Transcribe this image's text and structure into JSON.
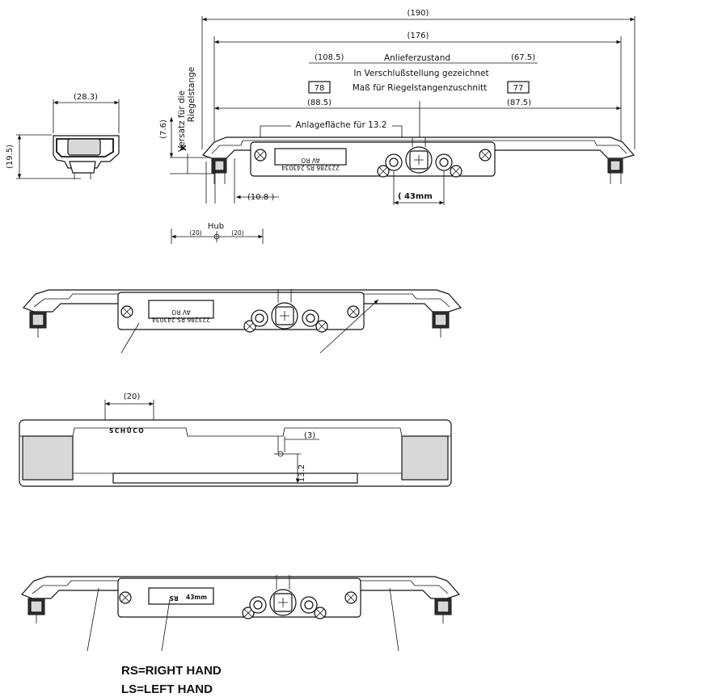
{
  "dimensions": {
    "overall_190": "(190)",
    "overall_176": "(176)",
    "left_108_5": "(108.5)",
    "right_67_5": "(67.5)",
    "left_88_5": "(88.5)",
    "right_87_5": "(87.5)",
    "box_78": "78",
    "box_77": "77",
    "width_28_3": "(28.3)",
    "height_19_5": "(19.5)",
    "height_7_6": "(7.6)",
    "x_mark": "X",
    "dim_10_8": "(10.8 )",
    "dim_43mm_top": "43mm",
    "hub_label": "Hub",
    "hub_left": "(20)",
    "hub_right": "(20)",
    "view3_20": "(20)",
    "view3_3": "(3)",
    "view3_13_2": "13.2"
  },
  "labels": {
    "anlieferzustand": "Anlieferzustand",
    "verschluss": "In Verschlußstellung gezeichnet",
    "riegelstangen": "Maß für Riegelstangenzuschnitt",
    "anlageflaeche": "Anlagefläche für 13.2",
    "versatz_line1": "Versatz für die",
    "versatz_line2": "Riegelstange",
    "brand": "SCHÜCO",
    "rs_plate_text": "RS",
    "rs_plate_dim": "43mm"
  },
  "plate_text": {
    "view1_top": "AV        RO",
    "view1_bottom": "223286 RS 243034",
    "view2_top": "AV        RO",
    "view2_bottom": "223286 RS 243034"
  },
  "legend": {
    "right_hand": "RS=RIGHT HAND",
    "left_hand": "LS=LEFT HAND"
  }
}
